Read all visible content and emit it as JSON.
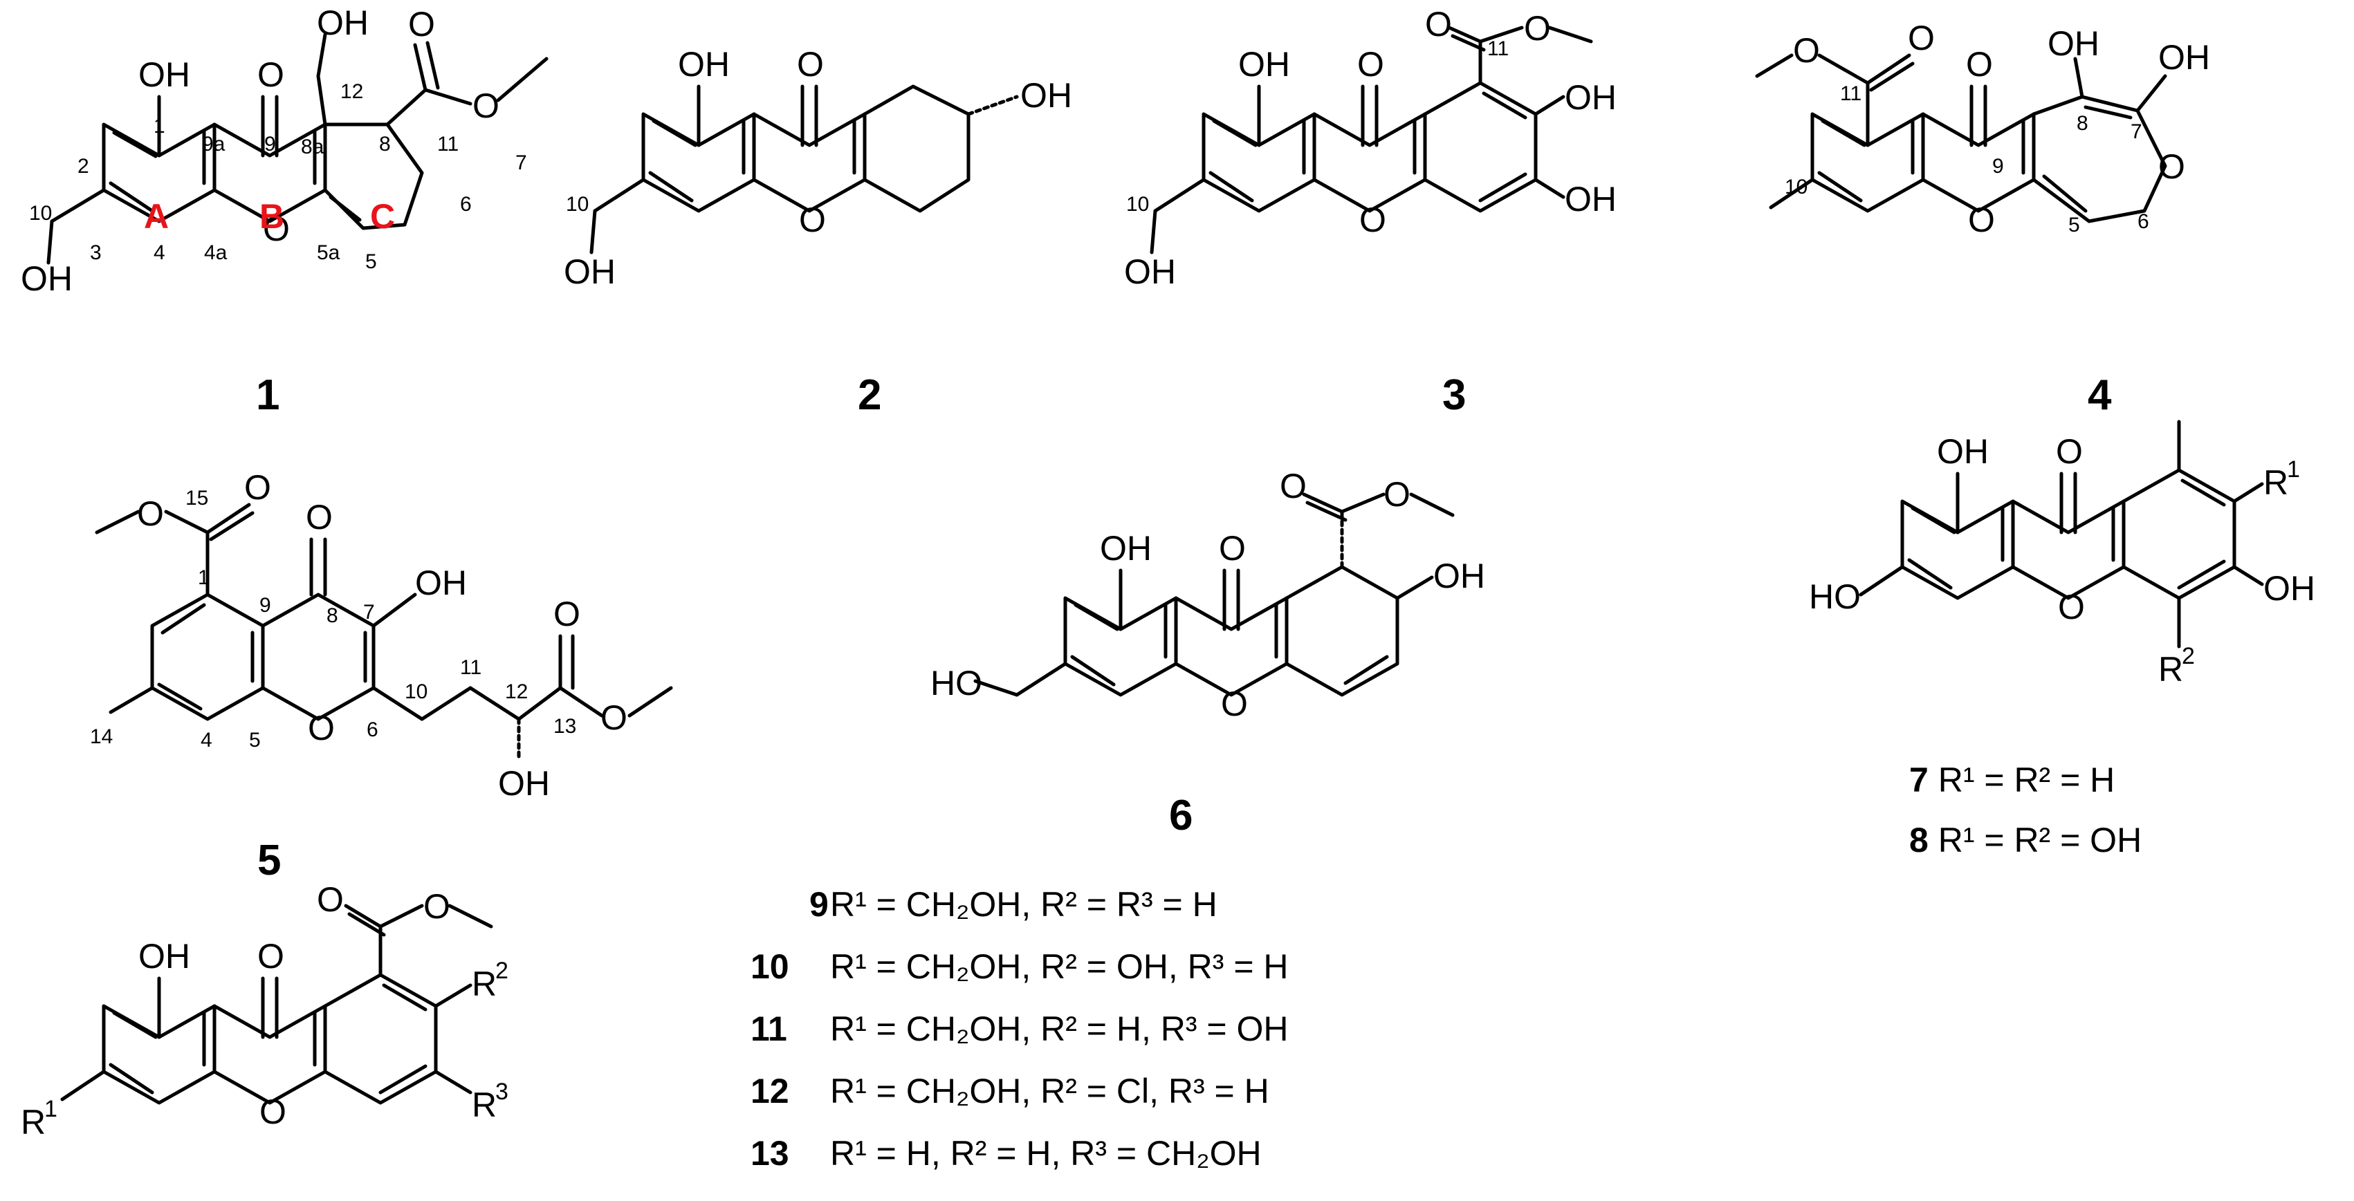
{
  "compounds": {
    "c1": {
      "id": "1",
      "atoms": {
        "oh_top": "OH",
        "o_keto": "O",
        "oh_side": "OH",
        "o_ester": "O",
        "o_ring": "O",
        "o_bridge": "O",
        "oh_bottom": "OH"
      },
      "rings": [
        {
          "label": "A",
          "color": "#e8141a"
        },
        {
          "label": "B",
          "color": "#e8141a"
        },
        {
          "label": "C",
          "color": "#e8141a"
        }
      ],
      "numbers": [
        "1",
        "2",
        "3",
        "4",
        "4a",
        "5",
        "5a",
        "6",
        "7",
        "8",
        "8a",
        "9",
        "9a",
        "10",
        "11",
        "12"
      ]
    },
    "c2": {
      "id": "2",
      "atoms": {
        "oh_top": "OH",
        "o_keto": "O",
        "oh_right": "OH",
        "o_bridge": "O",
        "oh_bottom": "OH"
      },
      "numbers": [
        "10"
      ]
    },
    "c3": {
      "id": "3",
      "atoms": {
        "oh_top": "OH",
        "o_keto": "O",
        "o_ester": "O",
        "o_ester2": "O",
        "oh_r1": "OH",
        "oh_r2": "OH",
        "o_bridge": "O",
        "oh_bottom": "OH"
      },
      "numbers": [
        "10",
        "11"
      ]
    },
    "c4": {
      "id": "4",
      "atoms": {
        "o_ester": "O",
        "o_ester2": "O",
        "o_keto": "O",
        "oh_a": "OH",
        "oh_b": "OH",
        "o_ring": "O",
        "o_bridge": "O"
      },
      "numbers": [
        "5",
        "6",
        "7",
        "8",
        "9",
        "10",
        "11"
      ]
    },
    "c5": {
      "id": "5",
      "atoms": {
        "o_ester": "O",
        "o_ester2": "O",
        "o_keto": "O",
        "oh_7": "OH",
        "o_13a": "O",
        "o_13b": "O",
        "o_ring": "O",
        "oh_12": "OH"
      },
      "numbers": [
        "1",
        "4",
        "5",
        "6",
        "7",
        "8",
        "9",
        "10",
        "11",
        "12",
        "13",
        "14",
        "15"
      ]
    },
    "c6": {
      "id": "6",
      "atoms": {
        "o_ester": "O",
        "o_ester2": "O",
        "oh_top": "OH",
        "o_keto": "O",
        "oh_right": "OH",
        "ho_left": "HO",
        "o_bridge": "O"
      }
    },
    "c78": {
      "atoms": {
        "oh_top": "OH",
        "o_keto": "O",
        "ho_left": "HO",
        "oh_right": "OH",
        "o_bridge": "O",
        "r1": "R",
        "r1_sup": "1",
        "r2": "R",
        "r2_sup": "2"
      },
      "legend": [
        {
          "id": "7",
          "text": " R¹ = R² = H"
        },
        {
          "id": "8",
          "text": " R¹ = R² = OH"
        }
      ]
    },
    "c913": {
      "atoms": {
        "oh_top": "OH",
        "o_keto": "O",
        "o_ester": "O",
        "o_ester2": "O",
        "o_bridge": "O",
        "r1": "R",
        "r1_sup": "1",
        "r2": "R",
        "r2_sup": "2",
        "r3": "R",
        "r3_sup": "3"
      },
      "legend": [
        {
          "id": "9",
          "text": "R¹ = CH₂OH, R² = R³ = H"
        },
        {
          "id": "10",
          "text": "R¹ = CH₂OH, R² = OH, R³ = H"
        },
        {
          "id": "11",
          "text": "R¹ = CH₂OH, R² = H, R³ = OH"
        },
        {
          "id": "12",
          "text": "R¹ = CH₂OH, R² = Cl, R³ = H"
        },
        {
          "id": "13",
          "text": "R¹ = H, R² =  H, R³ = CH₂OH"
        }
      ]
    }
  }
}
